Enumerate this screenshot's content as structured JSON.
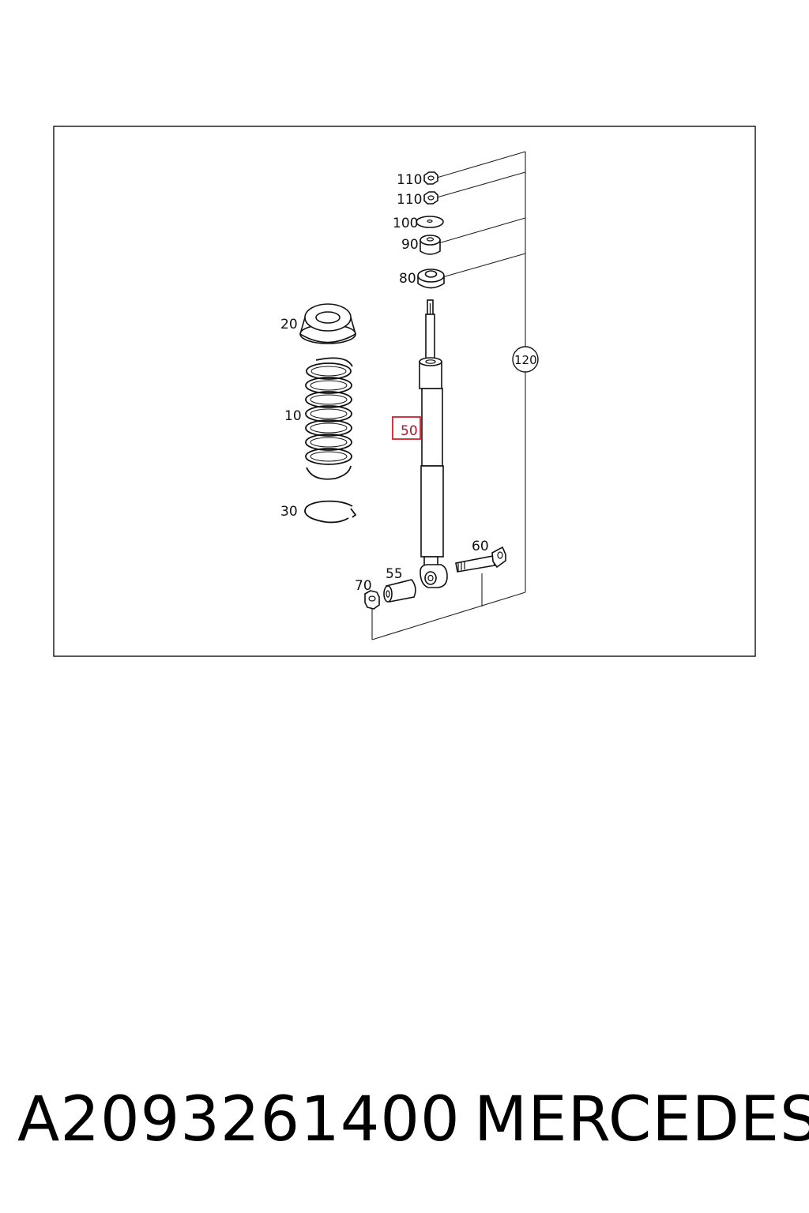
{
  "labels": {
    "p110a": "110",
    "p110b": "110",
    "p100": "100",
    "p90": "90",
    "p80": "80",
    "p20": "20",
    "p10": "10",
    "p30": "30",
    "p50": "50",
    "p120": "120",
    "p60": "60",
    "p55": "55",
    "p70": "70"
  },
  "footer": {
    "part_number": "A2093261400",
    "brand": "MERCEDES"
  },
  "colors": {
    "highlight": "#d21f2e",
    "line": "#111111"
  }
}
